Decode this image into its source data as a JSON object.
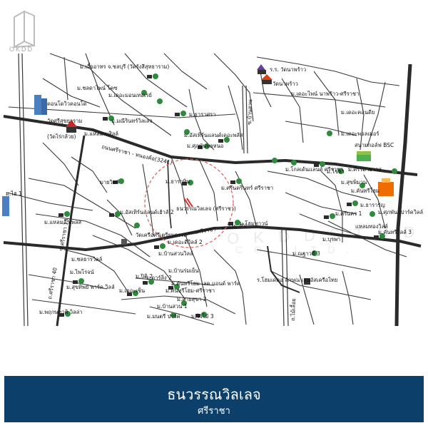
{
  "brand": {
    "logo_text": "OKDD",
    "watermark_line1": "O K D D   S T U D I O",
    "watermark_line2": "C O .,  L T D ."
  },
  "footer": {
    "title": "ธนวรรณวิลเลจ",
    "subtitle": "ศรีราชา"
  },
  "colors": {
    "footer_bg": "#0c3f69",
    "road": "#3a3a3a",
    "circle": "#e05555",
    "tree": "#2e8b3d",
    "house": "#2b2b2b"
  },
  "road_labels": {
    "main_road": "ถนนศรีราชา - หนองค้อ(3241)",
    "lower_road": "ถนนศรีราชา - หนองยายบู",
    "vertical_road_1": "ซ.ศรีราชา 13",
    "vertical_road_2": "ถ.ศรีราชา 40",
    "vertical_road_3": "ซ.บ้านสวน",
    "vertical_road_4": "ถ.ไม้เลื้อย"
  },
  "places": {
    "target": "ธนวรรณวิลเลจ (ศรีราชา)",
    "school": "ร.ร. วัดนาพร้าว",
    "temple_top": "วัดนาพร้าว",
    "condo": "คอนโดวิวคอนโด",
    "temple_left": "วัดศรีสุขยาราม",
    "temple_left_short": "(วัดไร่กล้วย)",
    "stadium": "สนามกอล์ฟ BSC",
    "hospital": "แหลมทองวิลล์",
    "market": "มายวิลล์",
    "wat_bottom": "วัดเครือศรีเตรียมธรรม",
    "sotmarket": "ร.โฮมเดคอ ลักษณ เอนอัสเครือไทย"
  },
  "labels": [
    {
      "id": "l1",
      "text": "ม.เอื้ออาทร จ.ชลบุรี (วัดรังสีสุทธาราม)"
    },
    {
      "id": "l2",
      "text": "ม.ชลดาไพน์ โคซ"
    },
    {
      "id": "l3",
      "text": "ม.เดอะมอนเทอเรย์"
    },
    {
      "id": "l4",
      "text": "ม.มณีรินทร์วิลเลจ"
    },
    {
      "id": "l5",
      "text": "ม.ธาราศรา"
    },
    {
      "id": "l6",
      "text": "ม.แหลมเพสิลล์"
    },
    {
      "id": "l7",
      "text": "ม.อัสเทิร์นแลนด์เดอะพลัส"
    },
    {
      "id": "l8",
      "text": "ม.ศุภพันพลหนอ"
    },
    {
      "id": "l9",
      "text": "ม.เดอะพอลเมอร์"
    },
    {
      "id": "l10",
      "text": "ม.ธาราทิน"
    },
    {
      "id": "l11",
      "text": "ม.ศรีนครินทร์ ศรีราชา"
    },
    {
      "id": "l12",
      "text": "ม.โกลเด้นแลนด์ ศรีราชา"
    },
    {
      "id": "l13",
      "text": "ม.ไชยา"
    },
    {
      "id": "l14",
      "text": "ม.ศิรรมาธาวส"
    },
    {
      "id": "l15",
      "text": "ม.สุขพิมาน"
    },
    {
      "id": "l16",
      "text": "ม.คันทรีโฮม"
    },
    {
      "id": "l17",
      "text": "ม.ธารารัญ"
    },
    {
      "id": "l18",
      "text": "ม.เดอะดีวิลล์ 2"
    },
    {
      "id": "l19",
      "text": "ม.บ้านสวนวิลล์"
    },
    {
      "id": "l20",
      "text": "ม.ศรีนคร 1"
    },
    {
      "id": "l21",
      "text": "ม.คันทรีวิลล์ 3"
    },
    {
      "id": "l22",
      "text": "ม.โฮมทาวน์"
    },
    {
      "id": "l23",
      "text": "ม.บุรพา"
    },
    {
      "id": "l24",
      "text": "ม.ชลธารวิลล์"
    },
    {
      "id": "l25",
      "text": "ม.อัสเทิร์นแลนด์เฮ้าส์ 2"
    },
    {
      "id": "l26",
      "text": "ม.แหลมลำเพลส"
    },
    {
      "id": "l27",
      "text": "ม.ณฐาวดี 3"
    },
    {
      "id": "l28",
      "text": "ม.ศุภพันธ์ปาร์ควิลล์"
    },
    {
      "id": "l29",
      "text": "ม.สุขทิพย์ พาร์ค วิลล์"
    },
    {
      "id": "l30",
      "text": "ม.เดอะเซ็น"
    },
    {
      "id": "l31",
      "text": "ม.ปิติ 2"
    },
    {
      "id": "l32",
      "text": "ม.คันทรีโฮม เลค แอนด์ พาร์ค"
    },
    {
      "id": "l33",
      "text": "ม.คันทรีโฮม-ศรีราชา"
    },
    {
      "id": "l34",
      "text": "ม.สายสุขา 2"
    },
    {
      "id": "l35",
      "text": "ม.บ้านสวน 1"
    },
    {
      "id": "l36",
      "text": "ม.วิวไม้ 3"
    },
    {
      "id": "l37",
      "text": "ม.มนตรี ปาร์ค"
    },
    {
      "id": "l38",
      "text": "ม.พฤกษชาติ วิลล่า"
    },
    {
      "id": "l39",
      "text": "ม.เดอะไพน์ นาพร้าว-ศรีราชา"
    },
    {
      "id": "l40",
      "text": "ม.เดอะคอนดีย"
    },
    {
      "id": "l41",
      "text": "ม.ดาร์ลิ่ง 2"
    },
    {
      "id": "l42",
      "text": "ม.ไฮ 1"
    },
    {
      "id": "l43",
      "text": "ม.ไพโรจน์"
    },
    {
      "id": "l44",
      "text": "ม.บ้านร่มเย็น"
    }
  ]
}
